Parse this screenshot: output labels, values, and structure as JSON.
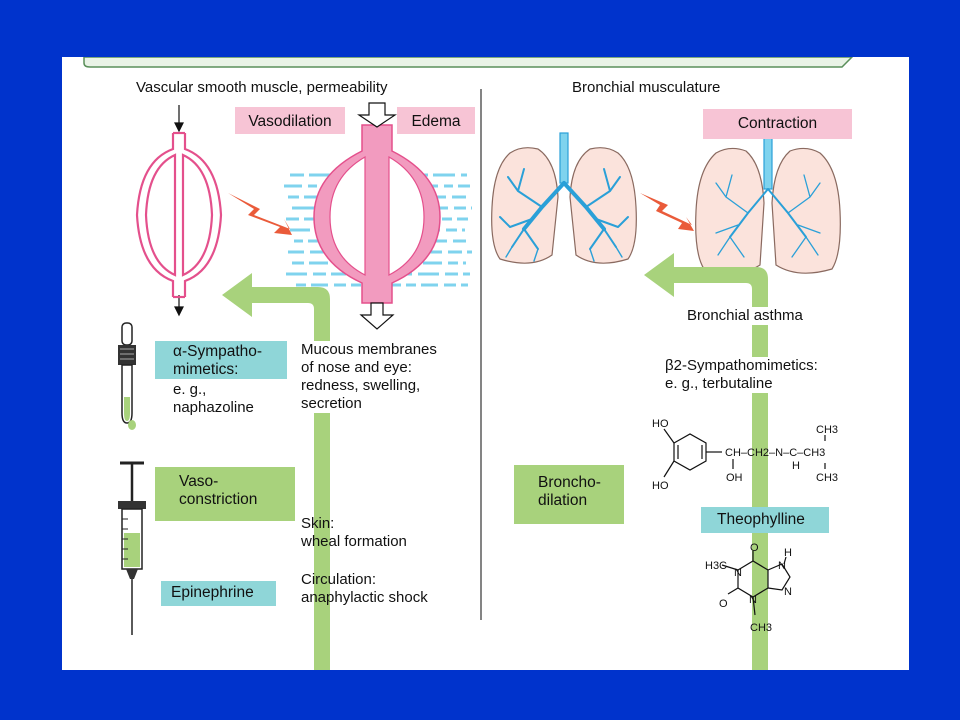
{
  "colors": {
    "background": "#0033cc",
    "pink_label": "#f7c4d5",
    "teal_label": "#8fd6d8",
    "green_label": "#a8d27c",
    "vessel": "#e4508c",
    "edema_lines": "#7fd3ee",
    "bronchi": "#2aa0d8",
    "lightning": "#ea5b3a",
    "arrow_green": "#a8d27c"
  },
  "left": {
    "header": "Vascular smooth muscle, permeability",
    "vasodilation": "Vasodilation",
    "edema": "Edema",
    "alpha_sympathomimetics": "α-Sympatho-\nmimetics:",
    "alpha_example": "e. g.,\nnaphazoline",
    "vasoconstriction": "Vaso-\nconstriction",
    "epinephrine": "Epinephrine",
    "mucous": "Mucous membranes\nof nose and eye:\nredness, swelling,\nsecretion",
    "skin": "Skin:\nwheal formation",
    "circulation": "Circulation:\nanaphylactic shock"
  },
  "right": {
    "header": "Bronchial musculature",
    "contraction": "Contraction",
    "bronchial_asthma": "Bronchial asthma",
    "beta2": "β2-Sympathomimetics:\ne. g., terbutaline",
    "bronchodilation": "Broncho-\ndilation",
    "theophylline": "Theophylline"
  },
  "terbutaline": {
    "ho_top": "HO",
    "ho_bottom": "HO",
    "chain": "CH–CH2–N–C–CH3",
    "oh": "OH",
    "h": "H",
    "ch3_top": "CH3",
    "ch3_bottom": "CH3"
  },
  "theophylline_structure": {
    "h3c": "H3C",
    "n1": "N",
    "n3": "N",
    "n7": "N",
    "n9": "N",
    "o_top": "O",
    "o_left": "O",
    "h": "H",
    "ch3": "CH3"
  }
}
